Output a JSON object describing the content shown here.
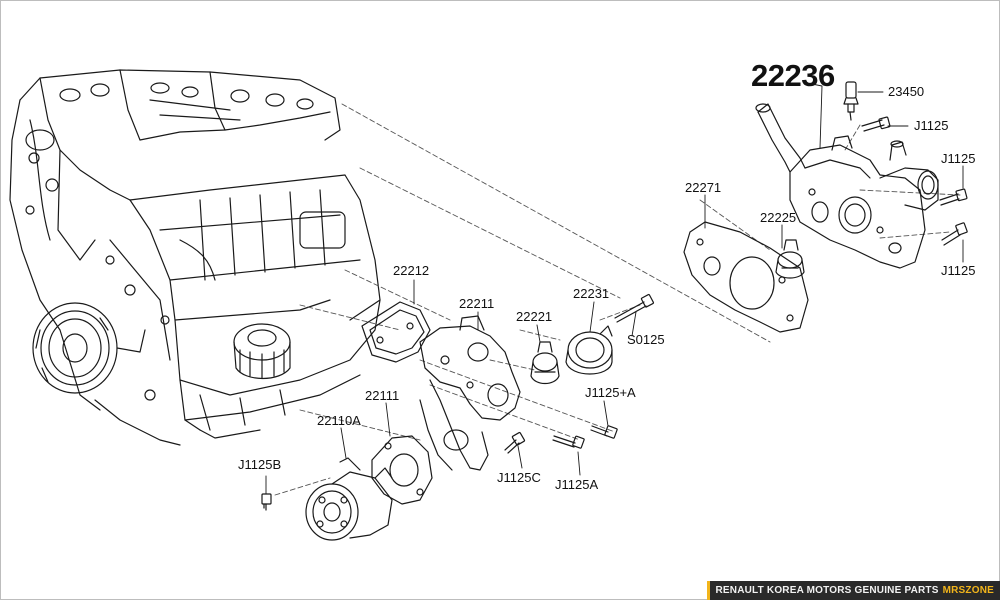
{
  "callouts": {
    "p22236": "22236",
    "p23450": "23450",
    "pJ1125_a": "J1125",
    "pJ1125_b": "J1125",
    "pJ1125_c": "J1125",
    "p22271": "22271",
    "p22225": "22225",
    "p22212": "22212",
    "p22211": "22211",
    "p22221": "22221",
    "p22231": "22231",
    "pS0125": "S0125",
    "p22111": "22111",
    "p22110A": "22110A",
    "pJ1125plusA": "J1125+A",
    "pJ1125B": "J1125B",
    "pJ1125C": "J1125C",
    "pJ1125A": "J1125A"
  },
  "footer": {
    "text": "RENAULT KOREA MOTORS GENUINE PARTS",
    "brand": "MRSZONE"
  },
  "colors": {
    "line": "#1a1a1a",
    "dash": "#555555",
    "footer_bg": "#2a2a2a",
    "footer_brand": "#f2b51b"
  }
}
